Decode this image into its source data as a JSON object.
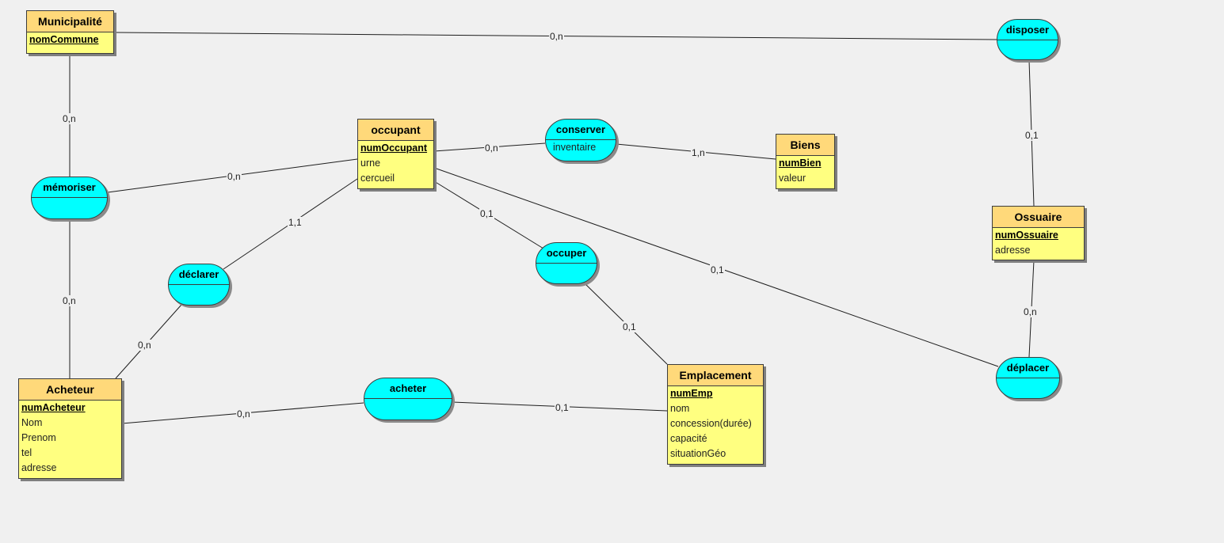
{
  "entities": [
    {
      "name": "Municipalité",
      "attributes": [
        {
          "label": "nomCommune",
          "key": true
        }
      ]
    },
    {
      "name": "occupant",
      "attributes": [
        {
          "label": "numOccupant",
          "key": true
        },
        {
          "label": "urne",
          "key": false
        },
        {
          "label": "cercueil",
          "key": false
        }
      ]
    },
    {
      "name": "Biens",
      "attributes": [
        {
          "label": "numBien",
          "key": true
        },
        {
          "label": "valeur",
          "key": false
        }
      ]
    },
    {
      "name": "Ossuaire",
      "attributes": [
        {
          "label": "numOssuaire",
          "key": true
        },
        {
          "label": "adresse",
          "key": false
        }
      ]
    },
    {
      "name": "Acheteur",
      "attributes": [
        {
          "label": "numAcheteur",
          "key": true
        },
        {
          "label": "Nom",
          "key": false
        },
        {
          "label": "Prenom",
          "key": false
        },
        {
          "label": "tel",
          "key": false
        },
        {
          "label": "adresse",
          "key": false
        }
      ]
    },
    {
      "name": "Emplacement",
      "attributes": [
        {
          "label": "numEmp",
          "key": true
        },
        {
          "label": "nom",
          "key": false
        },
        {
          "label": "concession(durée)",
          "key": false
        },
        {
          "label": "capacité",
          "key": false
        },
        {
          "label": "situationGéo",
          "key": false
        }
      ]
    }
  ],
  "associations": [
    {
      "name": "disposer",
      "attributes": []
    },
    {
      "name": "mémoriser",
      "attributes": []
    },
    {
      "name": "conserver",
      "attributes": [
        "inventaire"
      ]
    },
    {
      "name": "occuper",
      "attributes": []
    },
    {
      "name": "déclarer",
      "attributes": []
    },
    {
      "name": "acheter",
      "attributes": []
    },
    {
      "name": "déplacer",
      "attributes": []
    }
  ],
  "links": [
    {
      "from": "Municipalité",
      "to": "disposer",
      "cardinality": "0,n"
    },
    {
      "from": "disposer",
      "to": "Ossuaire",
      "cardinality": "0,1"
    },
    {
      "from": "Municipalité",
      "to": "mémoriser",
      "cardinality": "0,n"
    },
    {
      "from": "occupant",
      "to": "mémoriser",
      "cardinality": "0,n"
    },
    {
      "from": "mémoriser",
      "to": "Acheteur",
      "cardinality": "0,n"
    },
    {
      "from": "occupant",
      "to": "conserver",
      "cardinality": "0,n"
    },
    {
      "from": "conserver",
      "to": "Biens",
      "cardinality": "1,n"
    },
    {
      "from": "occupant",
      "to": "déclarer",
      "cardinality": "1,1"
    },
    {
      "from": "déclarer",
      "to": "Acheteur",
      "cardinality": "0,n"
    },
    {
      "from": "occupant",
      "to": "occuper",
      "cardinality": "0,1"
    },
    {
      "from": "occuper",
      "to": "Emplacement",
      "cardinality": "0,1"
    },
    {
      "from": "occupant",
      "to": "déplacer",
      "cardinality": "0,1"
    },
    {
      "from": "déplacer",
      "to": "Ossuaire",
      "cardinality": "0,n"
    },
    {
      "from": "Acheteur",
      "to": "acheter",
      "cardinality": "0,n"
    },
    {
      "from": "acheter",
      "to": "Emplacement",
      "cardinality": "0,1"
    }
  ],
  "colors": {
    "entity_body": "#ffff80",
    "entity_header": "#ffd97a",
    "association": "#00ffff",
    "background": "#f0f0f0",
    "line": "#1e1e1e"
  }
}
